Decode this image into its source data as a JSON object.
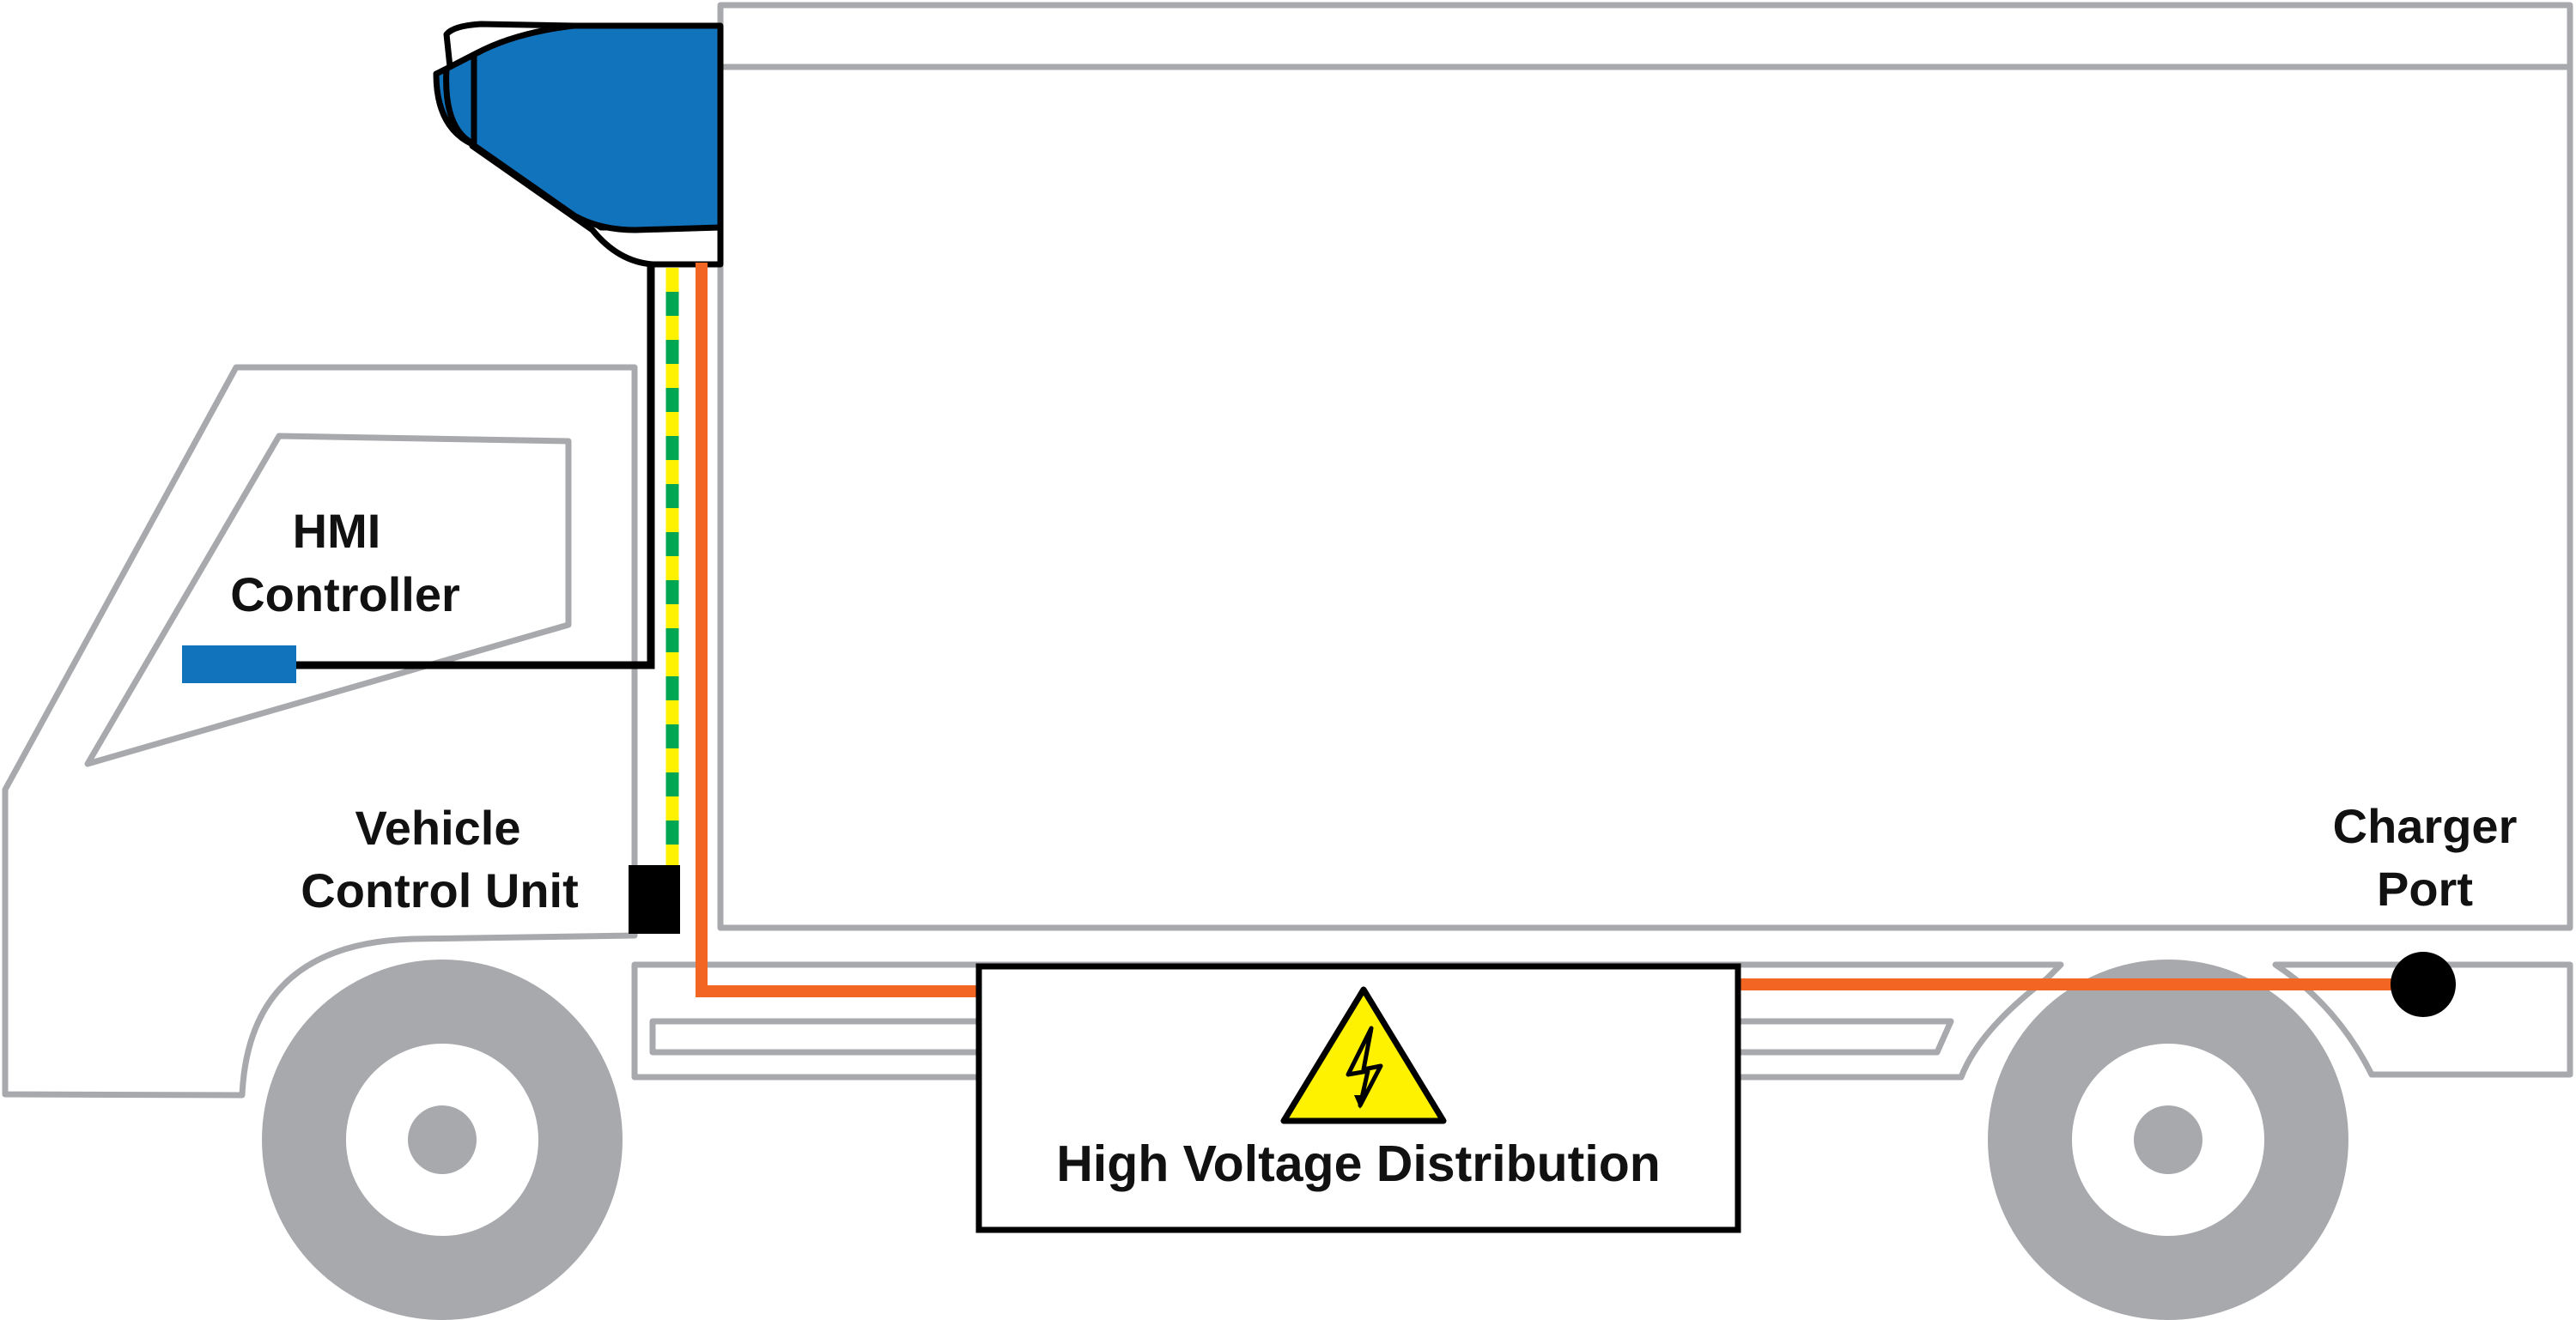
{
  "labels": {
    "hmi_line1": "HMI",
    "hmi_line2": "Controller",
    "vcu_line1": "Vehicle",
    "vcu_line2": "Control Unit",
    "charger_line1": "Charger",
    "charger_line2": "Port",
    "hv_box": "High Voltage Distribution"
  },
  "colors": {
    "truck_outline": "#a7a9ac",
    "wheel_tire": "#a7a9ac",
    "refrigeration_unit": "#1273bd",
    "hmi_controller": "#1273bd",
    "high_voltage_cable": "#f26522",
    "can_bus_cable_yellow": "#fff200",
    "can_bus_cable_green": "#00a651",
    "signal_cable": "#000000",
    "warning_sign": "#fff200"
  },
  "icons": {
    "warning": "high-voltage-warning-icon"
  }
}
